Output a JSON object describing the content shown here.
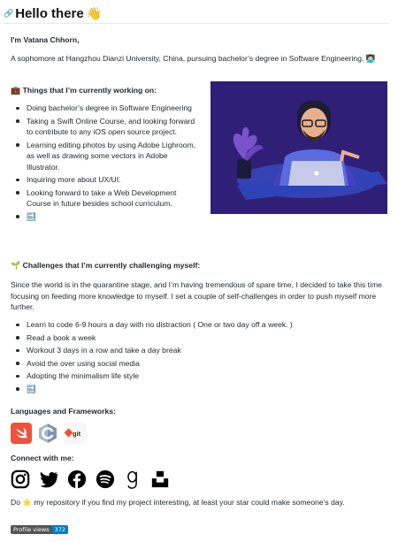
{
  "header": {
    "link_glyph": "🔗",
    "title": "Hello there",
    "emoji": "👋"
  },
  "intro": {
    "name_line": "I'm Vatana Chhorn,",
    "bio": "A sophomore at Hangzhou Dianzi University, China, pursuing bachelor’s degree in Software Engineering.",
    "bio_emoji": "👨🏻‍💻"
  },
  "working": {
    "icon": "💼",
    "heading": "Things that I’m currently working on:",
    "items": [
      "Doing bachelor’s degree in Software Engineering",
      "Taking a Swift Online Course, and looking forward to contribute to any iOS open source project.",
      "Learning editing photos by using Adobe Lighroom, as well as drawing some vectors in Adobe Illustrator.",
      "Inquiring more about UX/UI.",
      "Looking forward to take a Web Development Course in future besides school curriculum.",
      "🔜"
    ]
  },
  "challenges": {
    "icon": "🌱",
    "heading": "Challenges that I’m currently challenging myself:",
    "paragraph": "Since the world is in the quarantine stage, and I’m having tremendous of spare time, I decided to take this time focusing on feeding more knowledge to myself. I set a couple of self-challenges in order to push myself more further.",
    "items": [
      "Learn to code 6-9 hours a day with no distraction ( One or two day off a week. )",
      "Read a book a week",
      "Workout 3 days in a row and take a day break",
      "Avoid the over using social media",
      "Adopting the minimalism life style",
      "🔜"
    ]
  },
  "languages": {
    "heading": "Languages and Frameworks:",
    "items": [
      {
        "name": "swift-icon",
        "bg": "#f05138"
      },
      {
        "name": "c-icon",
        "bg": "#a8b9cc",
        "label": "C"
      },
      {
        "name": "git-icon",
        "bg": "#ffffff",
        "label": "git"
      }
    ]
  },
  "connect": {
    "heading": "Connect with me:",
    "items": [
      "instagram-icon",
      "twitter-icon",
      "facebook-icon",
      "spotify-icon",
      "goodreads-icon",
      "unsplash-icon"
    ]
  },
  "footer": {
    "pre": "Do",
    "star": "⭐",
    "post": "my repository if you find my project interesting, at least your star could make someone’s day."
  },
  "badge": {
    "label": "Profile views",
    "count": "372"
  },
  "colors": {
    "swift": "#f05138",
    "badge_blue": "#007ec6",
    "illustration_bg": "#2a1a6b"
  }
}
